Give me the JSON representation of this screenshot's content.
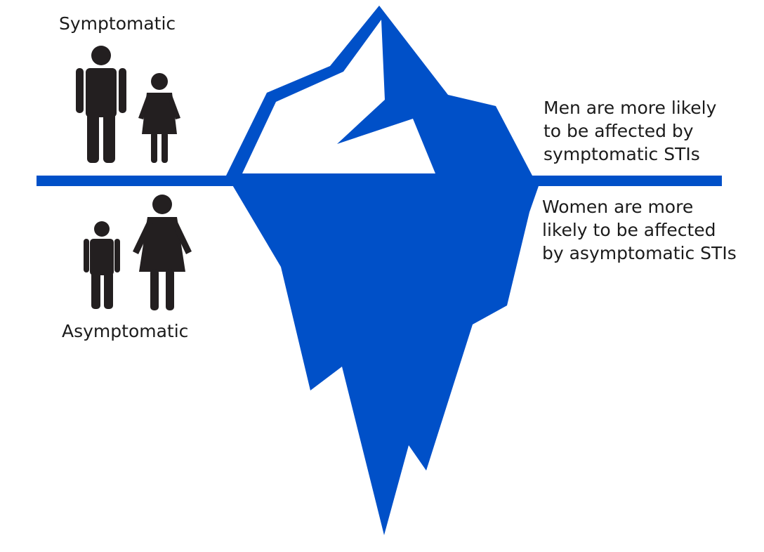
{
  "colors": {
    "iceberg": "#0050c8",
    "figure": "#231f20",
    "background": "#ffffff"
  },
  "labels": {
    "symptomatic": "Symptomatic",
    "asymptomatic": "Asymptomatic"
  },
  "notes": {
    "men": [
      "Men are more likely",
      "to be affected by",
      "symptomatic STIs"
    ],
    "women": [
      "Women are more",
      "likely to be affected",
      "by asymptomatic STIs"
    ]
  },
  "icons": {
    "above_waterline": [
      "man-icon",
      "woman-icon"
    ],
    "below_waterline": [
      "man-icon",
      "woman-icon"
    ]
  }
}
